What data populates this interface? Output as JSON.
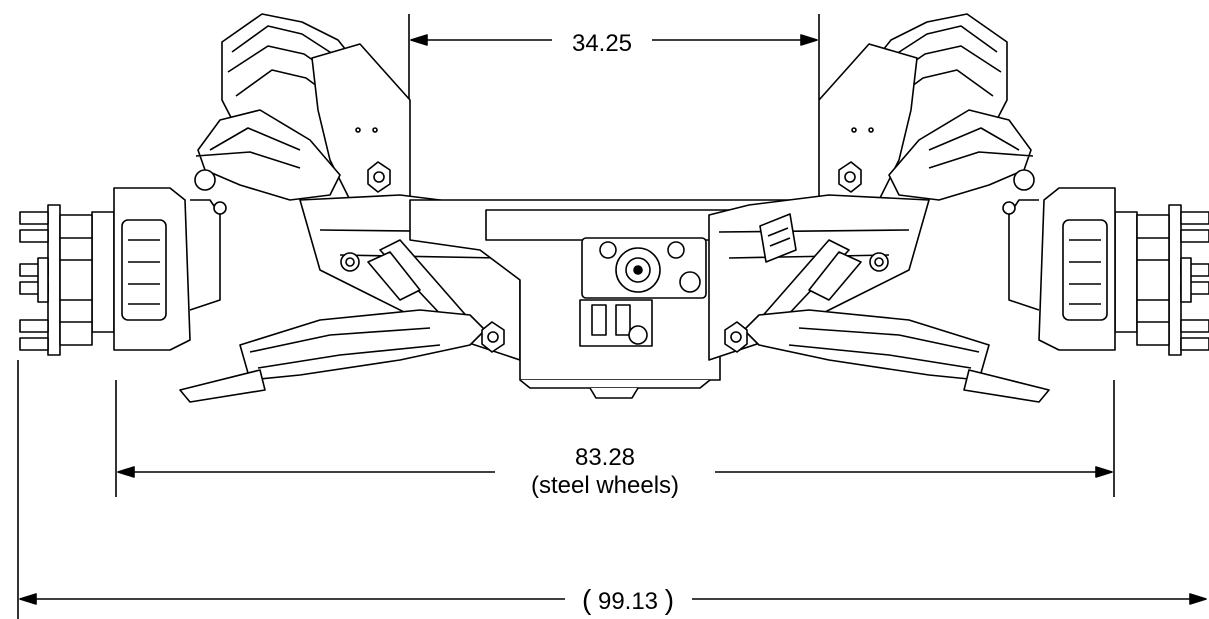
{
  "dimensions": {
    "top_width": "34.25",
    "track_width": "83.28",
    "track_note": "(steel wheels)",
    "overall_width": "99.13",
    "overall_open": "(",
    "overall_close": ")"
  },
  "colors": {
    "line": "#000000",
    "fill": "#ffffff",
    "shade": "#e8e8e8"
  }
}
